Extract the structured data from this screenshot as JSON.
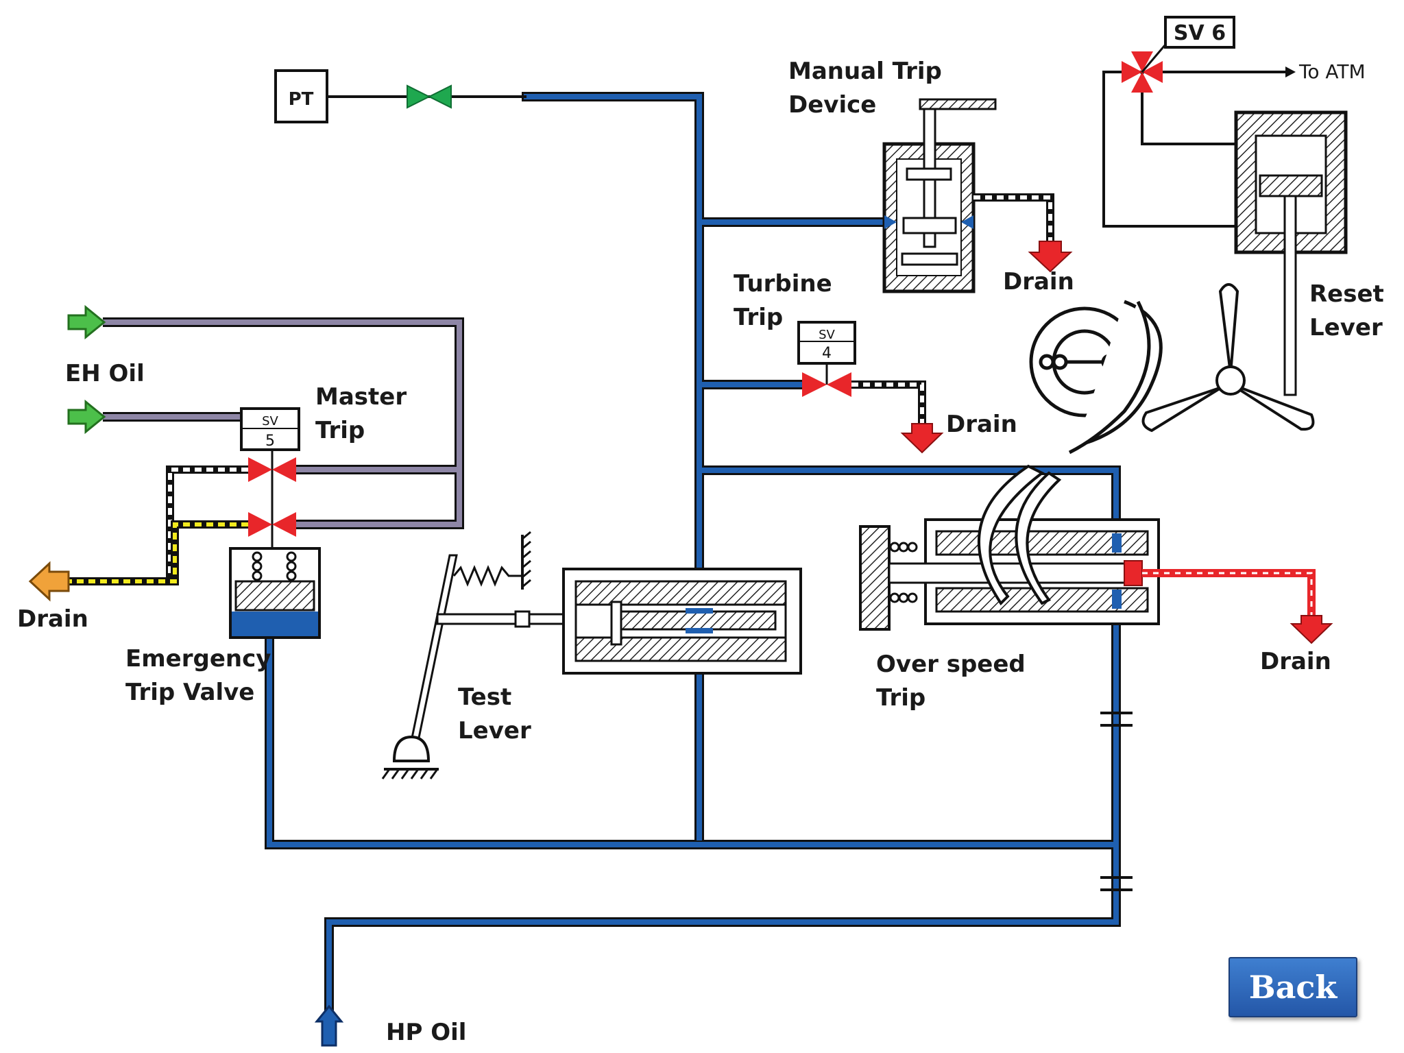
{
  "labels": {
    "pt": "PT",
    "manual_trip_line1": "Manual Trip",
    "manual_trip_line2": "Device",
    "sv6": "SV 6",
    "to_atm": "To ATM",
    "reset_line1": "Reset",
    "reset_line2": "Lever",
    "turbine_trip_line1": "Turbine",
    "turbine_trip_line2": "Trip",
    "drain_manual": "Drain",
    "drain_turbine": "Drain",
    "sv4_top": "SV",
    "sv4_num": "4",
    "eh_oil": "EH Oil",
    "master_trip_line1": "Master",
    "master_trip_line2": "Trip",
    "sv5_top": "SV",
    "sv5_num": "5",
    "drain_left": "Drain",
    "emergency_line1": "Emergency",
    "emergency_line2": "Trip Valve",
    "test_lever_line1": "Test",
    "test_lever_line2": "Lever",
    "overspeed_line1": "Over speed",
    "overspeed_line2": "Trip",
    "drain_right": "Drain",
    "hp_oil": "HP Oil"
  },
  "back_button": {
    "label": "Back"
  },
  "colors": {
    "hp_oil_line": "#1f5fb0",
    "eh_oil_line": "#8e86a6",
    "valve_red": "#e8262a",
    "valve_green": "#1fa84f",
    "drain_yellow": "#f2ea1d",
    "drain_arrow_orange": "#f0a23a",
    "arrow_green": "#4cbf4a"
  }
}
